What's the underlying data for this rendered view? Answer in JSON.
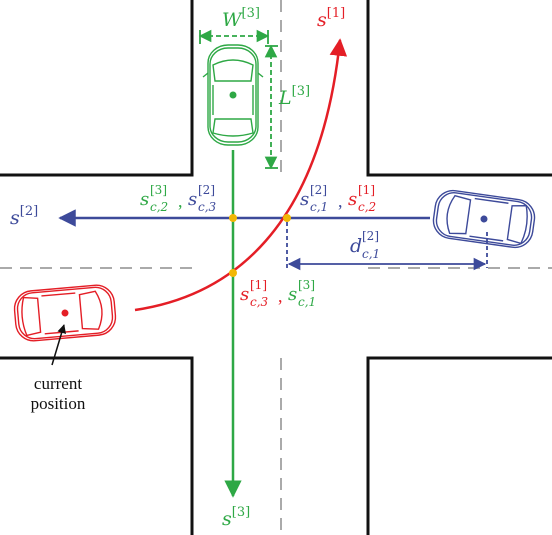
{
  "colors": {
    "red": "#e41e26",
    "green": "#2ea845",
    "blue": "#3d4a9a",
    "road": "#111111",
    "lane": "#aaaaaa",
    "conflict": "#f2b705"
  },
  "labels": {
    "s1": {
      "base": "s",
      "sup": "[1]"
    },
    "s2": {
      "base": "s",
      "sup": "[2]"
    },
    "s3": {
      "base": "s",
      "sup": "[3]"
    },
    "W": {
      "base": "W",
      "sup": "[3]"
    },
    "L": {
      "base": "L",
      "sup": "[3]"
    },
    "sc_top_left": {
      "a": {
        "base": "s",
        "sub": "c,2",
        "sup": "[3]"
      },
      "sep": ",",
      "b": {
        "base": "s",
        "sub": "c,3",
        "sup": "[2]"
      }
    },
    "sc_top_right": {
      "a": {
        "base": "s",
        "sub": "c,1",
        "sup": "[2]"
      },
      "sep": ",",
      "b": {
        "base": "s",
        "sub": "c,2",
        "sup": "[1]"
      }
    },
    "sc_bottom": {
      "a": {
        "base": "s",
        "sub": "c,3",
        "sup": "[1]"
      },
      "sep": ",",
      "b": {
        "base": "s",
        "sub": "c,1",
        "sup": "[3]"
      }
    },
    "d": {
      "base": "d",
      "sub": "c,1",
      "sup": "[2]"
    },
    "current_position": {
      "line1": "current",
      "line2": "position"
    }
  }
}
